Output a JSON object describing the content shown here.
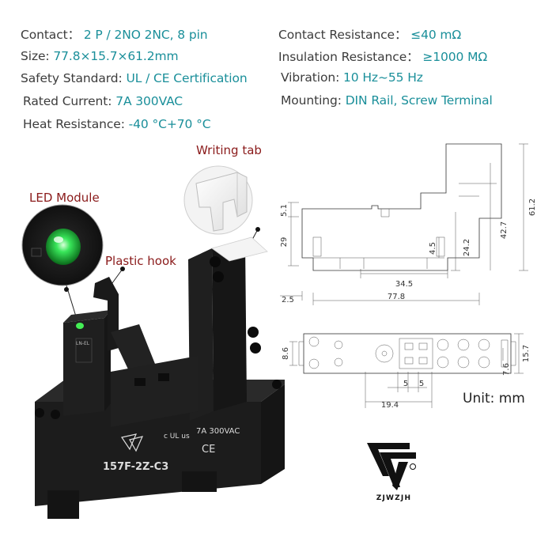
{
  "specs_left": [
    {
      "key": "Contact：",
      "value": "2 P / 2NO 2NC, 8 pin"
    },
    {
      "key": "Size:",
      "value": "77.8×15.7×61.2mm"
    },
    {
      "key": "Safety Standard:",
      "value": "UL / CE Certification"
    },
    {
      "key": "Rated Current:",
      "value": "7A  300VAC"
    },
    {
      "key": "Heat Resistance:",
      "value": "-40 °C+70 °C"
    }
  ],
  "specs_right": [
    {
      "key": "Contact Resistance：",
      "value": "≤40 mΩ"
    },
    {
      "key": "Insulation Resistance：",
      "value": "≥1000 MΩ"
    },
    {
      "key": "Vibration:",
      "value": "10 Hz~55 Hz"
    },
    {
      "key": "Mounting:",
      "value": "DIN Rail, Screw Terminal"
    }
  ],
  "callouts": {
    "writing_tab": "Writing tab",
    "led_module": "LED Module",
    "plastic_hook": "Plastic hook"
  },
  "product": {
    "model": "157F-2Z-C3",
    "rating": "7A 300VAC",
    "ce_mark": "CE",
    "ul_mark": "c UL us",
    "module_label": "LN-EL"
  },
  "drawing": {
    "side_dims": [
      "5.1",
      "29",
      "4.5",
      "34.5",
      "2.5",
      "77.8",
      "24.2",
      "42.7",
      "61.2"
    ],
    "top_dims": [
      "8.6",
      "5",
      "5",
      "19.4",
      "7.6",
      "15.7"
    ],
    "unit_label": "Unit: mm"
  },
  "brand": "ZJWZJH",
  "colors": {
    "spec_value": "#1a8f9a",
    "spec_key": "#3c3c3c",
    "callout": "#8a1a1a",
    "led": "#2ee04a"
  }
}
